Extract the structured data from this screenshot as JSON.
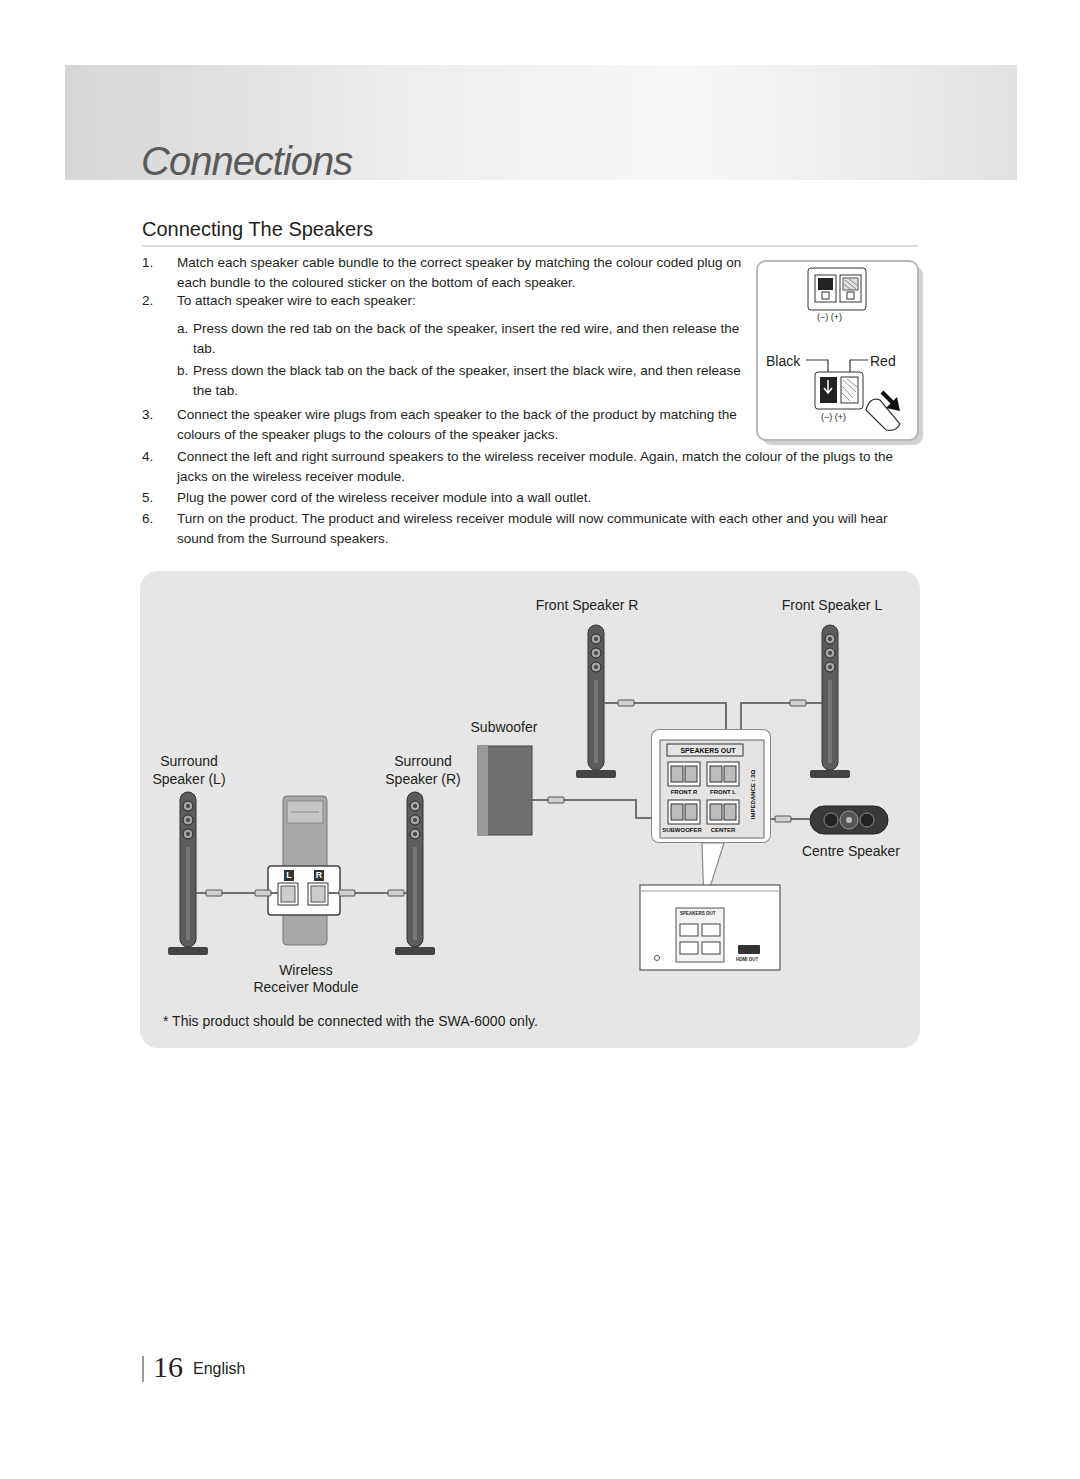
{
  "diagram": {
    "title": "Connections",
    "caption": "* This product should be connected with the SWA-6000 only.",
    "nodes": [
      {
        "text": [
          "Front Speaker R"
        ]
      },
      {
        "text": [
          "Front Speaker L"
        ]
      },
      {
        "text": [
          "Subwoofer"
        ]
      },
      {
        "text": [
          "Surround Speaker (L)"
        ]
      },
      {
        "text": [
          "Surround Speaker (R)"
        ]
      },
      {
        "text": [
          "SPEAKERS OUT",
          "FRONT R",
          "FRONT L",
          "SUBWOOFER",
          "CENTER",
          "IMPEDANCE : 3Ω"
        ]
      },
      {
        "text": [
          "Centre Speaker"
        ]
      },
      {
        "text": [
          "L",
          "R",
          "Wireless Receiver Module"
        ]
      }
    ],
    "edges": [
      {
        "from": 0,
        "to": 5,
        "arrow": "none"
      },
      {
        "from": 1,
        "to": 5,
        "arrow": "none"
      },
      {
        "from": 2,
        "to": 5,
        "arrow": "none"
      },
      {
        "from": 6,
        "to": 5,
        "arrow": "none"
      },
      {
        "from": 3,
        "to": 7,
        "arrow": "none"
      },
      {
        "from": 4,
        "to": 7,
        "arrow": "none"
      }
    ],
    "labels": [
      "Connecting The Speakers",
      "1.",
      "Match each speaker cable bundle to the correct speaker by matching the colour coded plug on each bundle to the coloured sticker on the bottom of each speaker.",
      "2.",
      "To attach speaker wire to each speaker:",
      "a.",
      "Press down the red tab on the back of the speaker, insert the red wire, and then release the tab.",
      "b.",
      "Press down the black tab on the back of the speaker, insert the black wire, and then release the tab.",
      "3.",
      "Connect the speaker wire plugs from each speaker to the back of the product by matching the colours of the speaker plugs to the colours of the speaker jacks.",
      "4.",
      "Connect the left and right surround speakers to the wireless receiver module. Again, match the colour of the plugs to the jacks on the wireless receiver module.",
      "5.",
      "Plug the power cord of the wireless receiver module into a wall outlet.",
      "6.",
      "Turn on the product. The product and wireless receiver module will now communicate with each other and you will hear sound from the Surround speakers.",
      "(−) (+)",
      "Black",
      "Red",
      "(−) (+)",
      "SPEAKERS OUT",
      "HDMI OUT",
      "16",
      "English"
    ]
  }
}
